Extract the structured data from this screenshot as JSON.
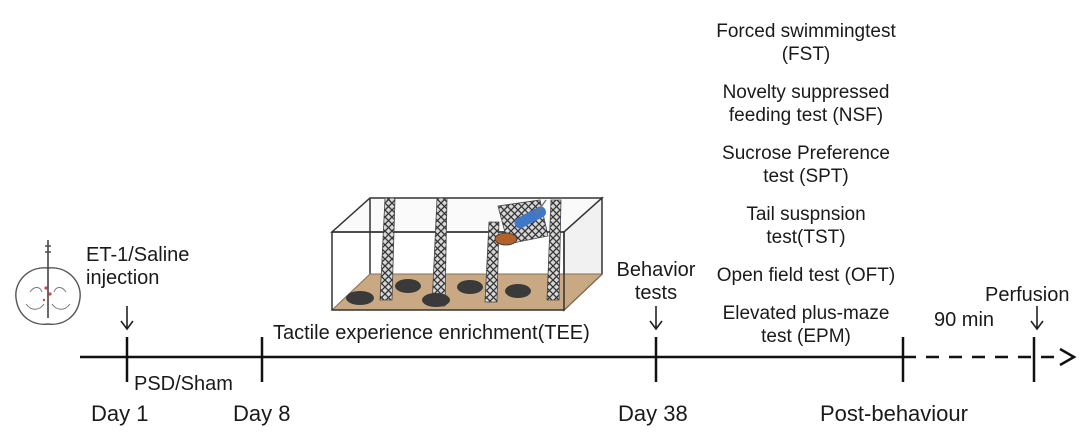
{
  "labels": {
    "injection": "ET-1/Saline\ninjection",
    "psd_sham": "PSD/Sham",
    "tee": "Tactile experience enrichment(TEE)",
    "behavior_tests": "Behavior\ntests",
    "ninety_min": "90 min",
    "perfusion": "Perfusion"
  },
  "days": [
    "Day 1",
    "Day 8",
    "Day 38",
    "Post-behaviour"
  ],
  "tests": [
    "Forced swimmingtest\n(FST)",
    "Novelty suppressed\nfeeding test (NSF)",
    "Sucrose Preference\ntest (SPT)",
    "Tail suspnsion\ntest(TST)",
    "Open field test (OFT)",
    "Elevated plus-maze\ntest (EPM)"
  ]
}
